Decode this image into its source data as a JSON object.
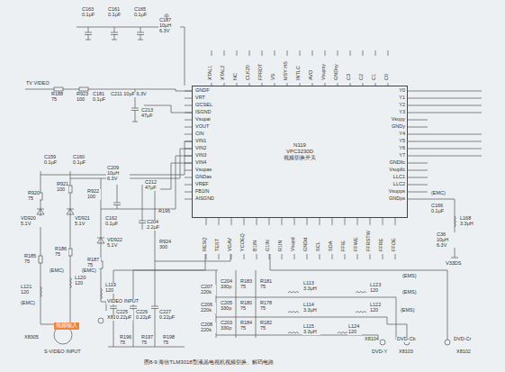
{
  "diagram": {
    "caption": "图8-9 海信TLM3018型液晶电视机视频切换、解码电路",
    "nodes": [
      {
        "text": [
          "N119",
          "VPC3230D",
          "视频切换开关"
        ]
      }
    ],
    "edges": [],
    "labels": [
      "C163 0.1μF",
      "C161 0.1μF",
      "C165 0.1μF",
      "C187 10μH 6.3V",
      "TV VIDEO",
      "R188 75",
      "R923 100",
      "C181 0.1μF",
      "C211 10μF 6.3V",
      "C213 47μF",
      "GNDF",
      "VRT",
      "I2CSEL",
      "ISGND",
      "Vsupai",
      "VOUT",
      "CIN",
      "VIN1",
      "VIN2",
      "VIN3",
      "VIN4",
      "Vsupas",
      "GNDas",
      "VREF",
      "FB1IN",
      "AISGND",
      "XTAL1",
      "XTAL2",
      "NC",
      "CLK20",
      "FPRDT",
      "VS",
      "MSY HS",
      "INTLC",
      "AVO",
      "Vsupsy",
      "GNDsy",
      "C3",
      "C2",
      "C1",
      "C0",
      "Y0",
      "Y1",
      "Y2",
      "Y3",
      "Vsupy",
      "GNDy",
      "Y4",
      "Y5",
      "Y6",
      "Y7",
      "GNDllc",
      "Vsupllc",
      "LLC1",
      "LLC2",
      "Vsupps",
      "GNDps",
      "RESQ",
      "TEST",
      "VGAV",
      "YCOEQ",
      "B1IN",
      "G1IN",
      "R1IN",
      "Vsupd",
      "GNDd",
      "SCL",
      "SDA",
      "FFIE",
      "FFWE",
      "FFRSTW",
      "FFRE",
      "FFOE",
      "(EMC)",
      "C166 0.1μF",
      "L168 3.3μH",
      "C36 10μH 6.3V",
      "V33DS",
      "C159 0.1μF",
      "C160 0.1μF",
      "C209 10μH 6.3V",
      "C212 47μF",
      "R920 75",
      "R921 100",
      "R922 100",
      "VD920 5.1V",
      "VD921 5.1V",
      "C162 0.1μF",
      "C204 2.2μF",
      "R195",
      "VD922 5.1V",
      "R924 300",
      "R185 75",
      "R186 75",
      "R187 75",
      "(EMC)",
      "L120 120",
      "(EMC)",
      "L119 120",
      "L121 120",
      "(EMC)",
      "VIDEO INPUT",
      "X8101",
      "视频输入",
      "S-VIDEO INPUT",
      "X8305",
      "C225 0.22μF",
      "C226 0.22μF",
      "C227 0.22μF",
      "R196 75",
      "R197 75",
      "R198 75",
      "C207 220k",
      "C206 220k",
      "C208 220k",
      "C204 330p",
      "C205 330p",
      "C203 330p",
      "R183 75",
      "R180 75",
      "R184 75",
      "R181 75",
      "R178 75",
      "R182 75",
      "L113 3.3μH",
      "L114 3.3μH",
      "L115 3.3μH",
      "L123 120",
      "L122 120",
      "L124 120",
      "(EMS)",
      "(EMS)",
      "(EMS)",
      "DVD-Y",
      "DVD-Cb",
      "DVD-Cr",
      "X8104",
      "X8103",
      "X8102"
    ]
  }
}
